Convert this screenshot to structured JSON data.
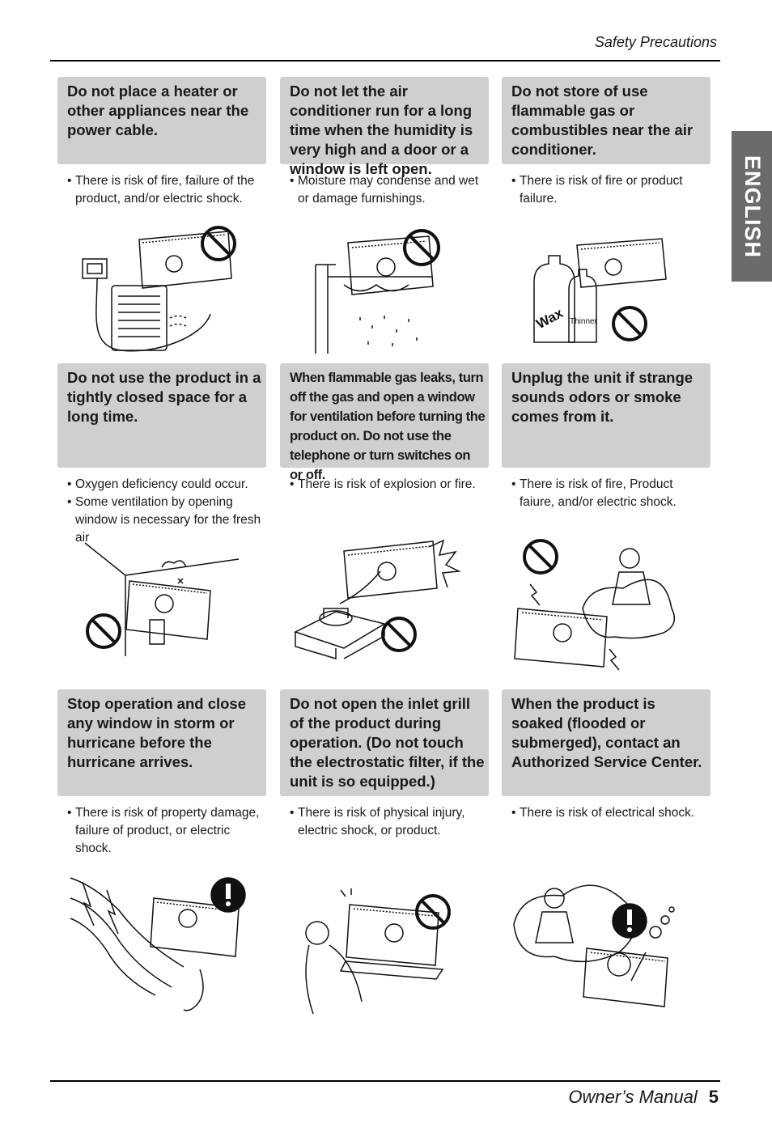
{
  "header": {
    "title": "Safety Precautions"
  },
  "language_tab": "ENGLISH",
  "footer": {
    "manual": "Owner’s Manual",
    "page": "5"
  },
  "cards": [
    {
      "heading": "Do not place a heater or other appliances near the power cable.",
      "bullets": [
        "There is risk of fire, failure of the product, and/or electric shock."
      ],
      "illustration": "heater-near-cable"
    },
    {
      "heading": "Do not let the air conditioner run for a long time when the humidity is very high and a door or a window is left open.",
      "bullets": [
        "Moisture may condense and wet or damage furnishings."
      ],
      "illustration": "open-window-humidity"
    },
    {
      "heading": "Do not store of use flammable gas or combustibles near the air conditioner.",
      "bullets": [
        "There is risk of fire or product failure."
      ],
      "illustration": "flammable-bottles"
    },
    {
      "heading": "Do not use the product in a tightly closed space for a long time.",
      "bullets": [
        "Oxygen deficiency could occur.",
        "Some ventilation by opening window is necessary for the fresh air"
      ],
      "illustration": "closed-space"
    },
    {
      "heading": "When flammable gas leaks, turn off the gas and open a window for ventilation before turning the product on. Do not use the telephone or turn switches on or off.",
      "bullets": [
        "There is risk of explosion or fire."
      ],
      "illustration": "gas-stove"
    },
    {
      "heading": "Unplug the unit if strange sounds odors or smoke comes from it.",
      "bullets": [
        "There is risk of fire, Product faiure, and/or electric shock."
      ],
      "illustration": "phone-strange-sounds"
    },
    {
      "heading": "Stop operation and close any window in storm or hurricane before the hurricane arrives.",
      "bullets": [
        "There is risk of property damage, failure of product, or electric shock."
      ],
      "illustration": "storm"
    },
    {
      "heading": "Do not open the inlet grill of the product during operation. (Do not touch the electrostatic filter, if the unit is so equipped.)",
      "bullets": [
        "There is risk of physical injury, electric shock, or product."
      ],
      "illustration": "open-grill"
    },
    {
      "heading": "When the product is soaked (flooded or submerged), contact an Authorized Service Center.",
      "bullets": [
        "There is risk of electrical shock."
      ],
      "illustration": "flooded-unit"
    }
  ]
}
